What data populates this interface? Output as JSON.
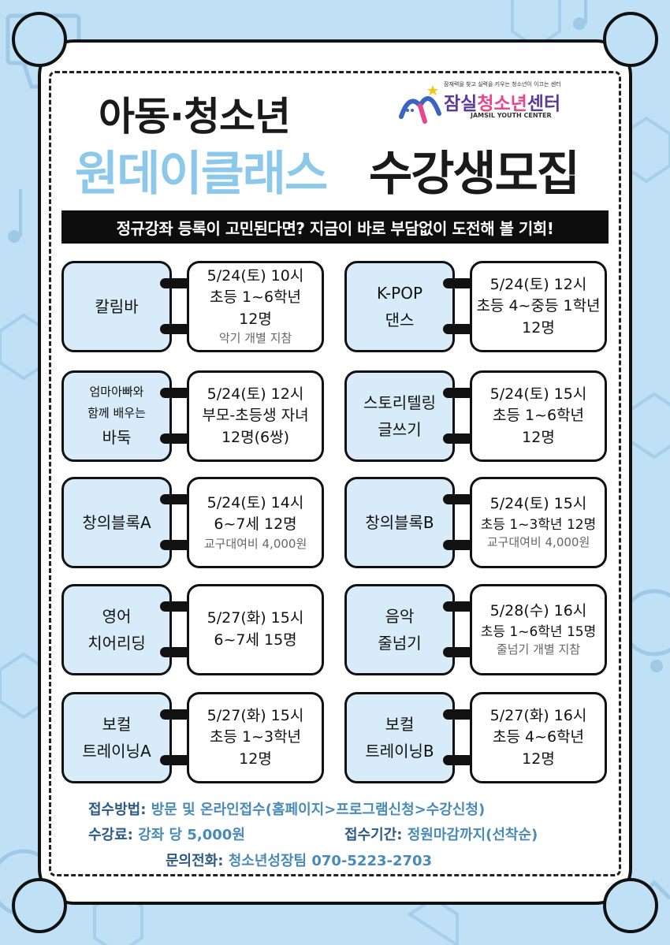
{
  "title": {
    "line1": "아동·청소년",
    "line2_highlight": "원데이클래스",
    "line2_rest": "수강생모집"
  },
  "logo": {
    "tagline": "잠재력을 찾고 실력을 키우는 청소년이 이끄는 센터",
    "name_part1": "잠실",
    "name_part2": "청소년",
    "name_part3": "센터",
    "english": "JAMSIL YOUTH CENTER"
  },
  "banner": "정규강좌 등록이 고민된다면? 지금이 바로 부담없이 도전해 볼 기회!",
  "classes": [
    {
      "name_lines": [
        "칼림바"
      ],
      "info": [
        "5/24(토) 10시",
        "초등 1~6학년",
        "12명"
      ],
      "note": "악기 개별 지참"
    },
    {
      "name_lines": [
        "K-POP",
        "댄스"
      ],
      "info": [
        "5/24(토) 12시",
        "초등 4~중등 1학년",
        "12명"
      ],
      "note": ""
    },
    {
      "name_small": [
        "엄마아빠와",
        "함께 배우는"
      ],
      "name_lines": [
        "바둑"
      ],
      "info": [
        "5/24(토) 12시",
        "부모-초등생 자녀",
        "12명(6쌍)"
      ],
      "note": ""
    },
    {
      "name_lines": [
        "스토리텔링",
        "글쓰기"
      ],
      "info": [
        "5/24(토) 15시",
        "초등 1~6학년",
        "12명"
      ],
      "note": ""
    },
    {
      "name_lines": [
        "창의블록A"
      ],
      "info": [
        "5/24(토) 14시",
        "6~7세 12명"
      ],
      "note": "교구대여비 4,000원"
    },
    {
      "name_lines": [
        "창의블록B"
      ],
      "info": [
        "5/24(토) 15시",
        "초등 1~3학년 12명"
      ],
      "note": "교구대여비 4,000원"
    },
    {
      "name_lines": [
        "영어",
        "치어리딩"
      ],
      "info": [
        "5/27(화) 15시",
        "6~7세 15명"
      ],
      "note": ""
    },
    {
      "name_lines": [
        "음악",
        "줄넘기"
      ],
      "info": [
        "5/28(수) 16시",
        "초등 1~6학년 15명"
      ],
      "note": "줄넘기 개별 지참"
    },
    {
      "name_lines": [
        "보컬",
        "트레이닝A"
      ],
      "info": [
        "5/27(화) 15시",
        "초등 1~3학년",
        "12명"
      ],
      "note": ""
    },
    {
      "name_lines": [
        "보컬",
        "트레이닝B"
      ],
      "info": [
        "5/27(화) 16시",
        "초등 4~6학년",
        "12명"
      ],
      "note": ""
    }
  ],
  "footer": {
    "method_label": "접수방법:",
    "method_value": "방문 및 온라인접수(홈페이지>프로그램신청>수강신청)",
    "fee_label": "수강료:",
    "fee_value": "강좌 당 5,000원",
    "period_label": "접수기간:",
    "period_value": "정원마감까지(선착순)",
    "phone_label": "문의전화:",
    "phone_value": "청소년성장팀 070-5223-2703"
  },
  "colors": {
    "background": "#bfe0f5",
    "accent": "#8cc8ea",
    "card": "#d8ebf8",
    "footer_label": "#2c5a84",
    "footer_value": "#4a8ab8"
  }
}
